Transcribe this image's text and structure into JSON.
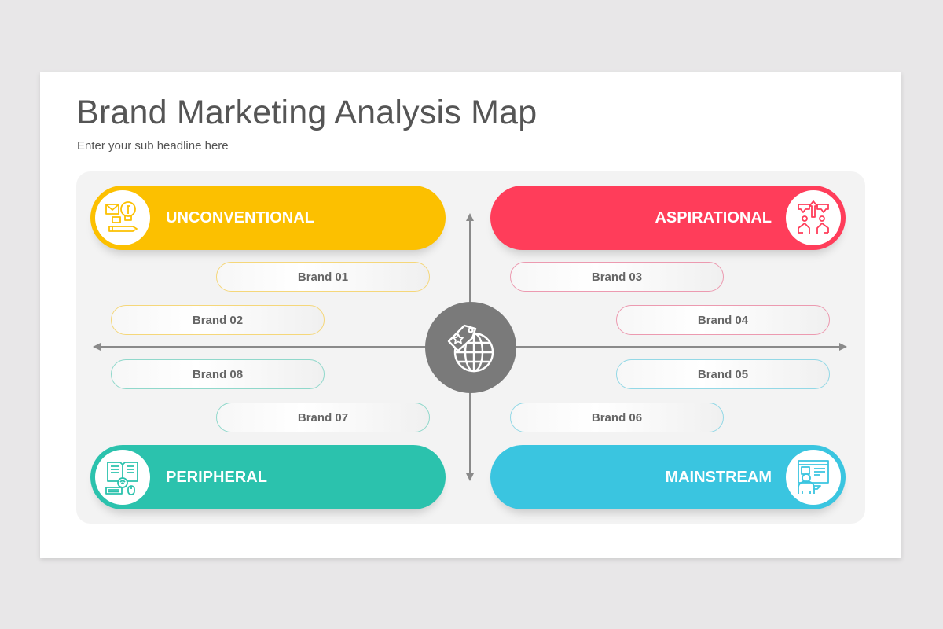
{
  "slide": {
    "title": "Brand Marketing Analysis Map",
    "subtitle": "Enter your sub headline here"
  },
  "colors": {
    "unconventional": "#fcc000",
    "aspirational": "#ff3d5a",
    "peripheral": "#2bc2ad",
    "mainstream": "#3ac5e0",
    "hub": "#7a7a7a",
    "axis": "#8a8a8a"
  },
  "center": {
    "icon": "globe-price-tag-icon"
  },
  "categories": {
    "unconventional": {
      "label": "UNCONVENTIONAL",
      "icon": "idea-message-pencil-icon"
    },
    "aspirational": {
      "label": "ASPIRATIONAL",
      "icon": "team-growth-arrow-icon"
    },
    "peripheral": {
      "label": "PERIPHERAL",
      "icon": "book-keyboard-mouse-icon"
    },
    "mainstream": {
      "label": "MAINSTREAM",
      "icon": "presenter-screen-icon"
    }
  },
  "brands": [
    {
      "label": "Brand 01",
      "quadrant": "unconventional"
    },
    {
      "label": "Brand 02",
      "quadrant": "unconventional"
    },
    {
      "label": "Brand 03",
      "quadrant": "aspirational"
    },
    {
      "label": "Brand 04",
      "quadrant": "aspirational"
    },
    {
      "label": "Brand 05",
      "quadrant": "mainstream"
    },
    {
      "label": "Brand 06",
      "quadrant": "mainstream"
    },
    {
      "label": "Brand 07",
      "quadrant": "peripheral"
    },
    {
      "label": "Brand 08",
      "quadrant": "peripheral"
    }
  ]
}
